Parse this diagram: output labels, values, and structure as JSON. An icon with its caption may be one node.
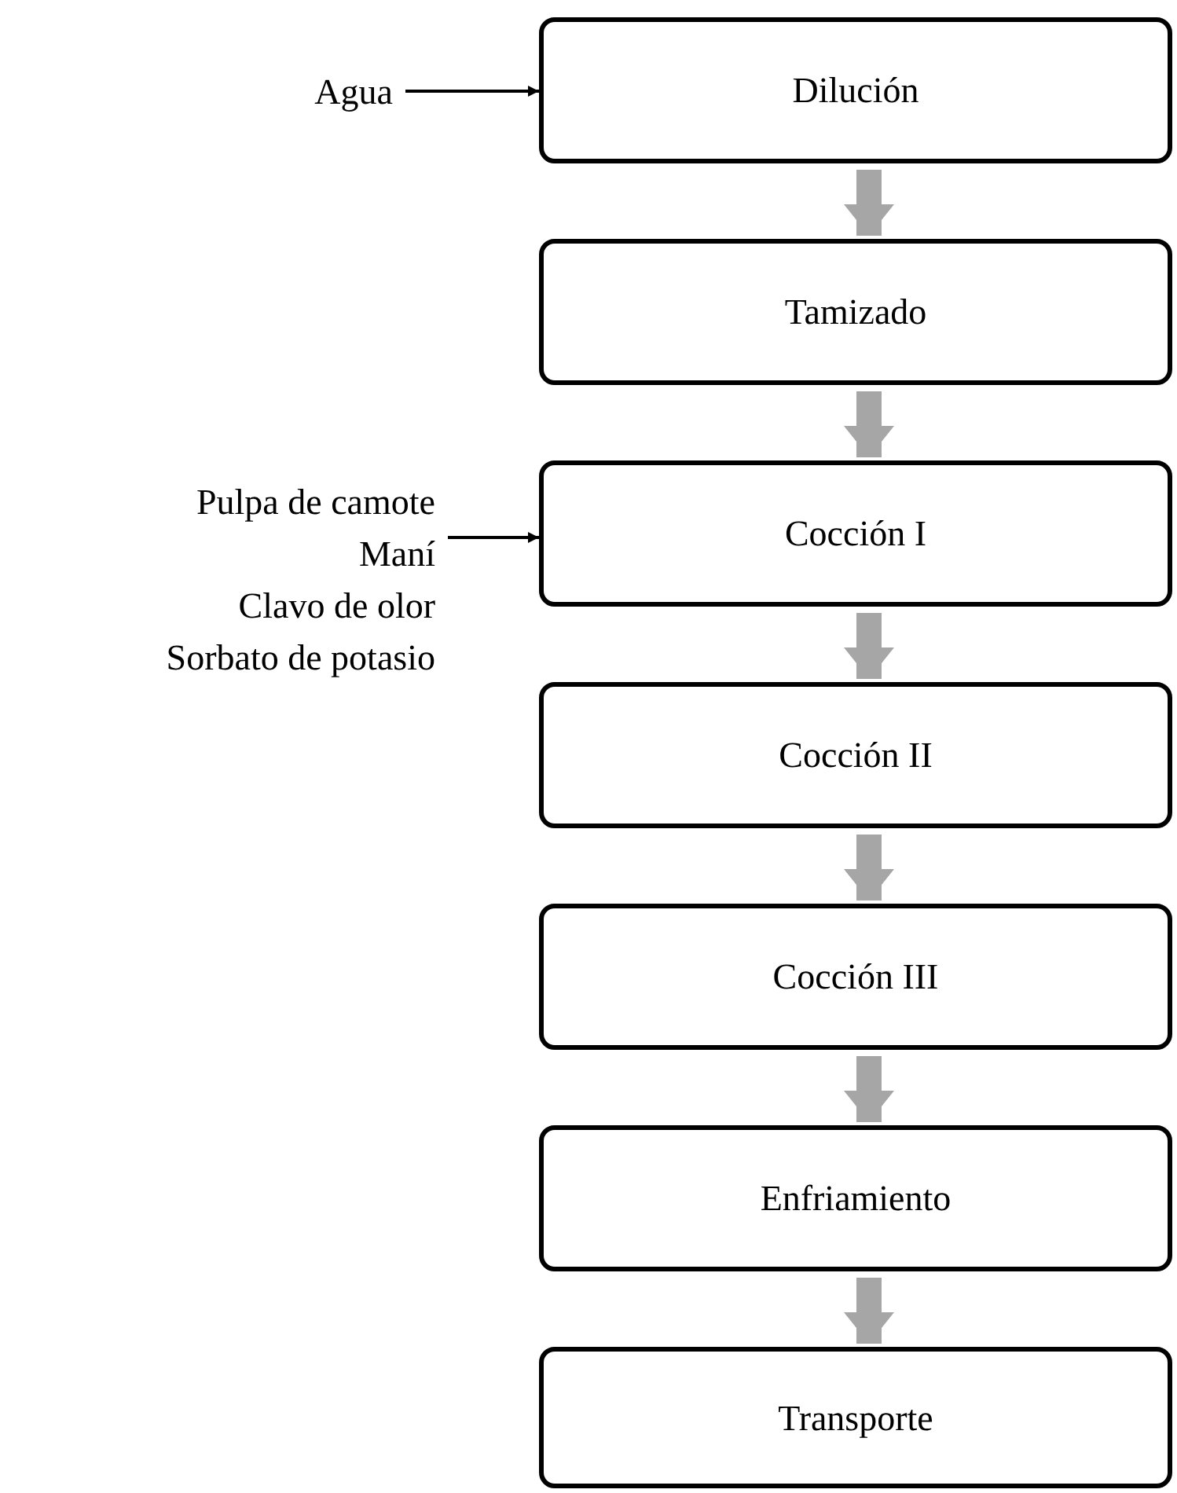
{
  "diagram": {
    "nodes": [
      {
        "text": [
          "Dilución"
        ]
      },
      {
        "text": [
          "Tamizado"
        ]
      },
      {
        "text": [
          "Cocción I"
        ]
      },
      {
        "text": [
          "Cocción II"
        ]
      },
      {
        "text": [
          "Cocción III"
        ]
      },
      {
        "text": [
          "Enfriamiento"
        ]
      },
      {
        "text": [
          "Transporte"
        ]
      },
      {
        "text": [
          "Agua"
        ]
      },
      {
        "text": [
          "Pulpa de camote",
          "Maní",
          "Clavo de olor",
          "Sorbato de potasio"
        ]
      }
    ],
    "edges": [
      {
        "from": 7,
        "to": 0,
        "arrow": "to",
        "color": "#000000"
      },
      {
        "from": 0,
        "to": 1,
        "arrow": "to"
      },
      {
        "from": 1,
        "to": 2,
        "arrow": "to"
      },
      {
        "from": 8,
        "to": 2,
        "arrow": "to",
        "color": "#000000"
      },
      {
        "from": 2,
        "to": 3,
        "arrow": "to"
      },
      {
        "from": 3,
        "to": 4,
        "arrow": "to"
      },
      {
        "from": 4,
        "to": 5,
        "arrow": "to"
      },
      {
        "from": 5,
        "to": 6,
        "arrow": "to"
      }
    ]
  }
}
